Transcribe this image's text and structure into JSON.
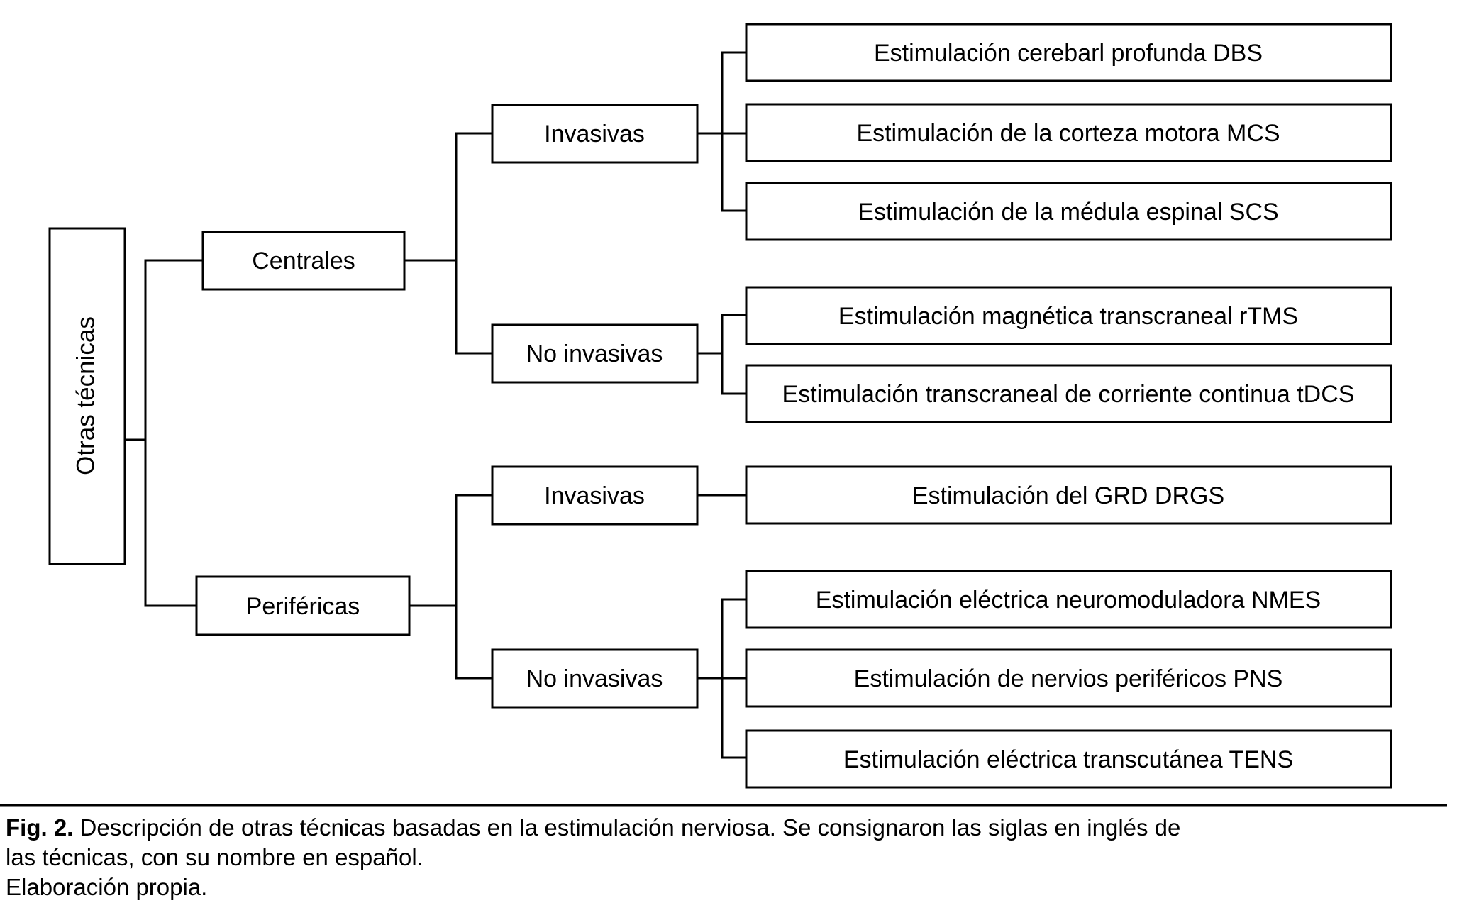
{
  "figure": {
    "root": {
      "label": "Otras técnicas",
      "orientation": "vertical-rtl"
    },
    "branches": [
      {
        "label": "Centrales",
        "groups": [
          {
            "label": "Invasivas",
            "leaves": [
              "Estimulación cerebarl profunda DBS",
              "Estimulación de la corteza motora MCS",
              "Estimulación de la médula espinal SCS"
            ]
          },
          {
            "label": "No invasivas",
            "leaves": [
              "Estimulación magnética transcraneal rTMS",
              "Estimulación transcraneal de corriente continua tDCS"
            ]
          }
        ]
      },
      {
        "label": "Periféricas",
        "groups": [
          {
            "label": "Invasivas",
            "leaves": [
              "Estimulación del GRD DRGS"
            ]
          },
          {
            "label": "No invasivas",
            "leaves": [
              "Estimulación eléctrica neuromoduladora NMES",
              "Estimulación de nervios periféricos PNS",
              "Estimulación eléctrica transcutánea TENS"
            ]
          }
        ]
      }
    ]
  },
  "nodes": {
    "root_label": "Otras técnicas",
    "centrales": "Centrales",
    "perifericas": "Periféricas",
    "centrales_invasivas": "Invasivas",
    "centrales_no_invasivas": "No invasivas",
    "perifericas_invasivas": "Invasivas",
    "perifericas_no_invasivas": "No invasivas",
    "leaf_dbs": "Estimulación cerebarl profunda DBS",
    "leaf_mcs": "Estimulación de la corteza motora MCS",
    "leaf_scs": "Estimulación de la médula espinal SCS",
    "leaf_rtms": "Estimulación magnética transcraneal rTMS",
    "leaf_tdcs": "Estimulación transcraneal de corriente continua tDCS",
    "leaf_drgs": "Estimulación del GRD DRGS",
    "leaf_nmes": "Estimulación eléctrica neuromoduladora NMES",
    "leaf_pns": "Estimulación de nervios periféricos PNS",
    "leaf_tens": "Estimulación eléctrica transcutánea TENS"
  },
  "caption": {
    "prefix": "Fig. 2.",
    "line1": " Descripción de otras técnicas basadas en la estimulación nerviosa. Se consignaron las siglas en inglés de",
    "line2": "las técnicas, con su nombre en español.",
    "line3": "Elaboración propia."
  },
  "colors": {
    "stroke": "#000000",
    "background": "#ffffff",
    "text": "#000000"
  }
}
